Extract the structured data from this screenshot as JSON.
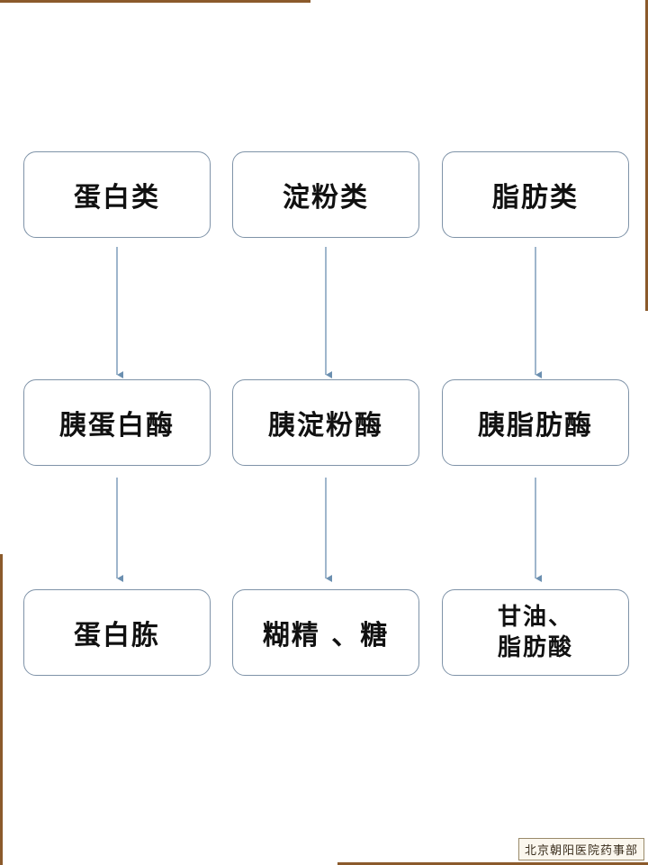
{
  "diagram": {
    "columns": [
      {
        "food": "蛋白类",
        "enzyme": "胰蛋白酶",
        "product": [
          "蛋白胨"
        ]
      },
      {
        "food": "淀粉类",
        "enzyme": "胰淀粉酶",
        "product": [
          "糊精 、糖"
        ]
      },
      {
        "food": "脂肪类",
        "enzyme": "胰脂肪酶",
        "product": [
          "甘油、",
          "脂肪酸"
        ]
      }
    ]
  },
  "watermark": "北京朝阳医院药事部",
  "colors": {
    "border": "#7f93a8",
    "arrow": "#6b8fb0",
    "frame": "#8b5a2b"
  }
}
